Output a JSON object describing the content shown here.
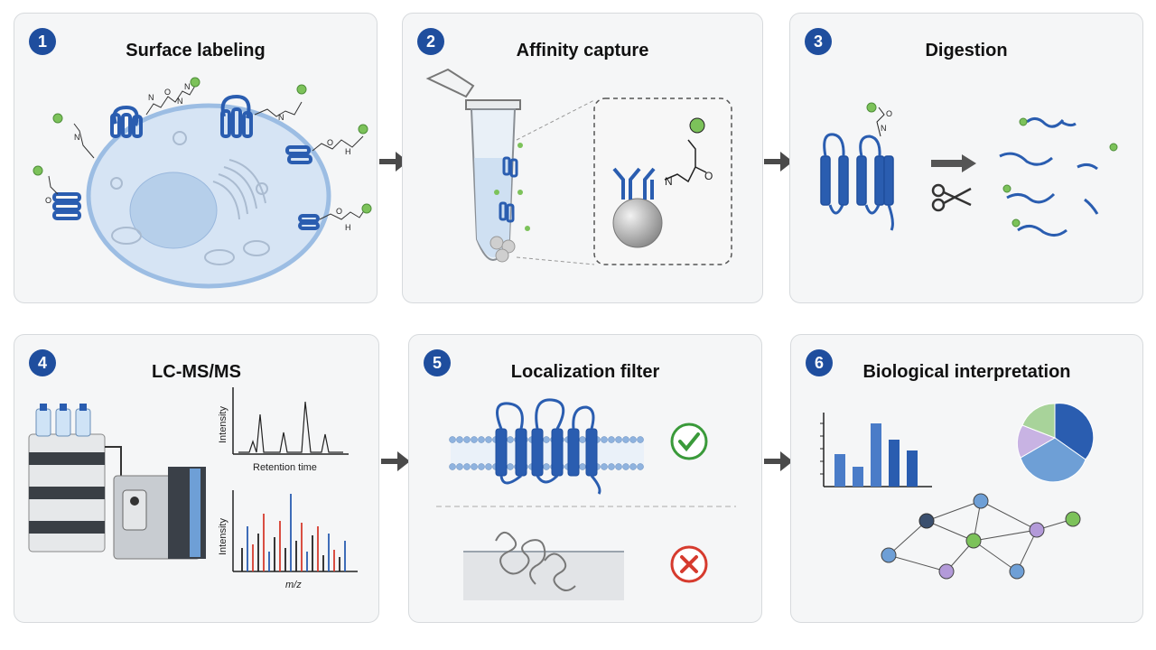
{
  "steps": [
    {
      "number": "1",
      "title": "Surface labeling"
    },
    {
      "number": "2",
      "title": "Affinity capture"
    },
    {
      "number": "3",
      "title": "Digestion"
    },
    {
      "number": "4",
      "title": "LC-MS/MS"
    },
    {
      "number": "5",
      "title": "Localization filter"
    },
    {
      "number": "6",
      "title": "Biological interpretation"
    }
  ],
  "lcms": {
    "chromatogram_ylabel": "Intensity",
    "chromatogram_xlabel": "Retention time",
    "spectrum_ylabel": "Intensity",
    "spectrum_xlabel": "m/z"
  },
  "chem": {
    "n": "N",
    "o": "O",
    "h": "H"
  },
  "colors": {
    "badge": "#1f4e9e",
    "protein_blue": "#2a5db0",
    "label_green": "#7cc25a",
    "check_green": "#3a9a3a",
    "cross_red": "#d63b2e"
  }
}
